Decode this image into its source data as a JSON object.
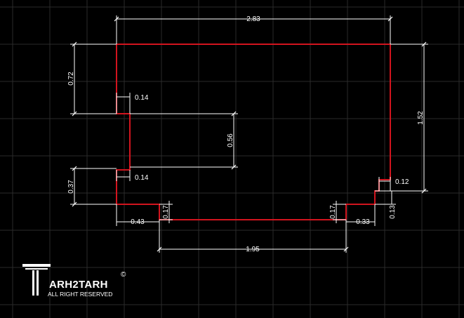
{
  "colors": {
    "background": "#000000",
    "grid": "#2a2a2a",
    "outline": "#d2141e",
    "dimension": "#ffffff"
  },
  "dimensions": {
    "top_width": "2.83",
    "left_upper": "0.72",
    "notch_top_width": "0.14",
    "notch_height": "0.56",
    "notch_bottom_width": "0.14",
    "left_lower": "0.37",
    "bottom_left_width": "0.43",
    "bottom_left_step": "0.17",
    "bottom_right_step": "0.17",
    "bottom_right_width": "0.33",
    "right_height": "1.52",
    "right_step_width": "0.12",
    "right_step_height": "0.13",
    "bottom_span": "1.95"
  },
  "logo": {
    "brand": "ARH2TARH",
    "subtitle": "ALL RIGHT RESERVED",
    "copyright": "©",
    "icon": "column-pillar-icon"
  }
}
